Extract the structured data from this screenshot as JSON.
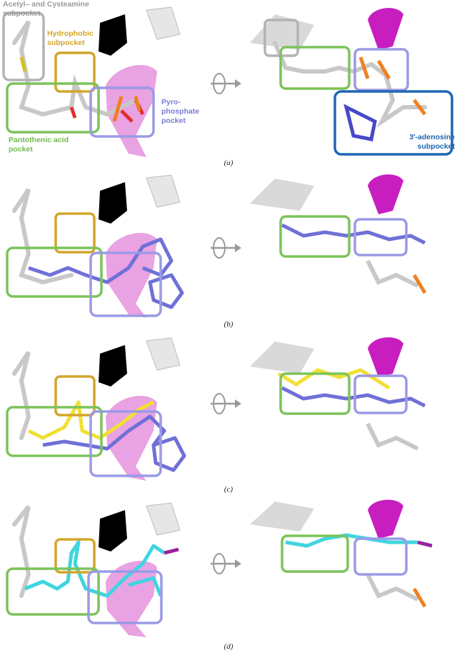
{
  "figure": {
    "panels": [
      {
        "label": "(a)"
      },
      {
        "label": "(b)"
      },
      {
        "label": "(c)"
      },
      {
        "label": "(d)"
      }
    ],
    "pocket_labels": {
      "acetyl": "Acetyl– and Cysteamine subpocket",
      "hydrophobic": "Hydrophobic subpocket",
      "pyrophosphate": "Pyro-phosphate pocket",
      "pantothenic": "Pantothenic acid pocket",
      "adenosine": "3′-adenosine subpocket"
    },
    "colors": {
      "acetyl_box": "#b3b3b3",
      "hydrophobic_box": "#d4a52a",
      "pantothenic_box": "#7cc35a",
      "pyrophosphate_box": "#9a9ae6",
      "adenosine_box": "#1f66b3",
      "helix": "#e070d8",
      "ligand_blue": "#6f6fd8",
      "ligand_yellow": "#f0e034",
      "ligand_cyan": "#3fd5e0"
    }
  }
}
